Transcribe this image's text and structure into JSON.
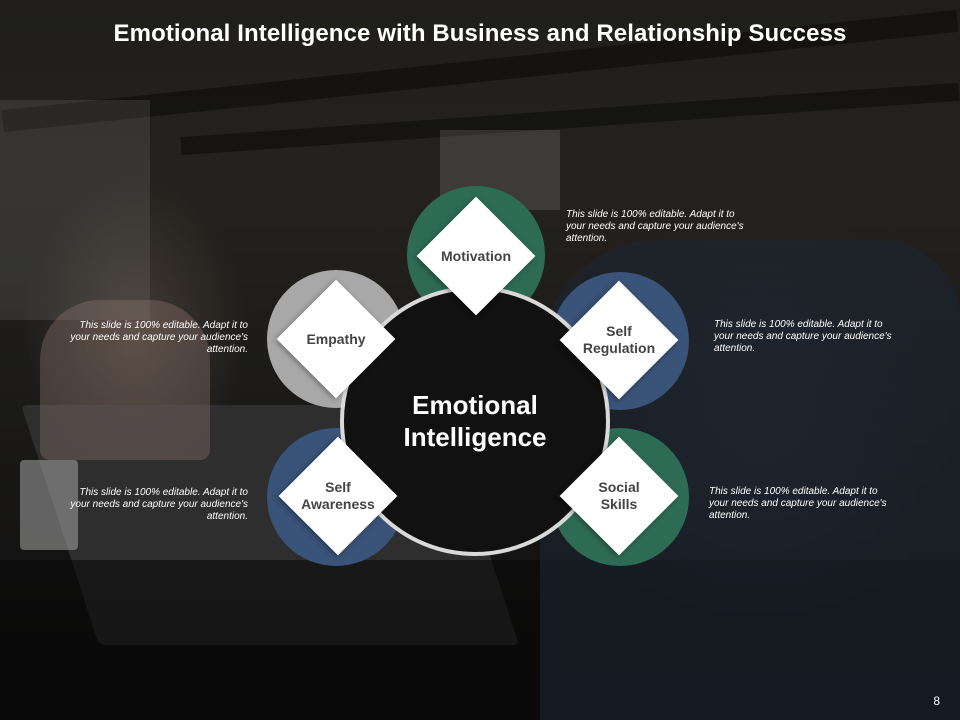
{
  "slide": {
    "title": "Emotional Intelligence with Business and Relationship Success",
    "page_number": "8"
  },
  "center": {
    "label": "Emotional\nIntelligence"
  },
  "items": [
    {
      "label": "Motivation",
      "color": "#2e6b55"
    },
    {
      "label": "Self\nRegulation",
      "color": "#3a5378"
    },
    {
      "label": "Social\nSkills",
      "color": "#2e6b55"
    },
    {
      "label": "Self\nAwareness",
      "color": "#3a5378"
    },
    {
      "label": "Empathy",
      "color": "#a8a8a8"
    }
  ],
  "notes": [
    "This slide is 100% editable. Adapt it to your needs and capture your audience's attention.",
    "This slide is 100% editable. Adapt it to your needs and capture your audience's attention.",
    "This slide is 100% editable. Adapt it to your needs and capture your audience's attention.",
    "This slide is 100% editable. Adapt it to your needs and capture your audience's attention.",
    "This slide is 100% editable. Adapt it to your needs and capture your audience's attention."
  ]
}
